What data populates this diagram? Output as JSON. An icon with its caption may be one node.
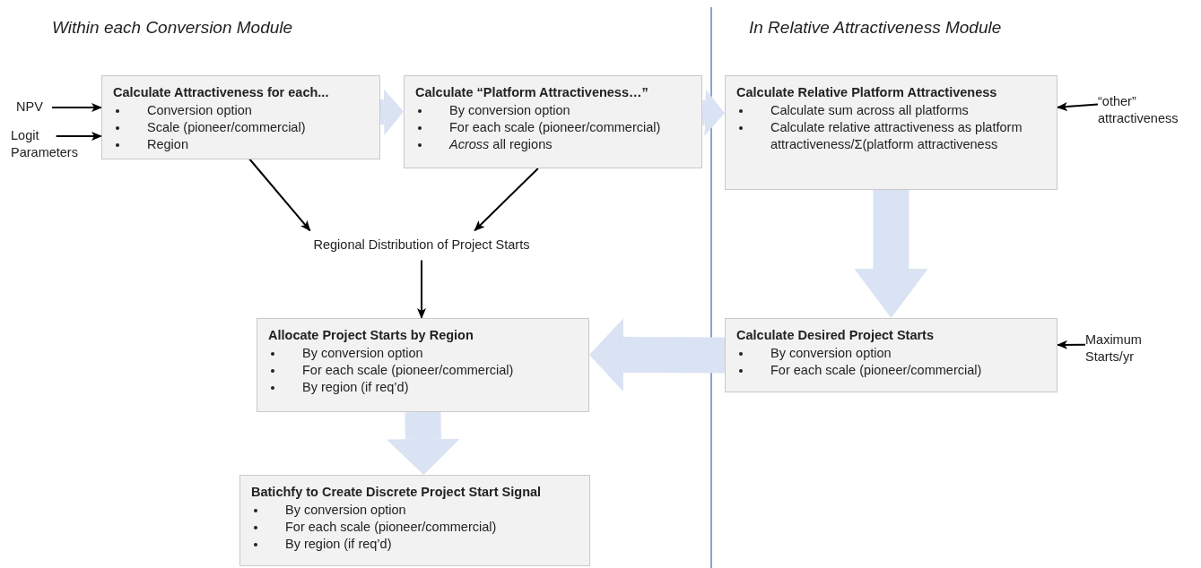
{
  "diagram": {
    "nodes": [
      {
        "text": [
          "NPV"
        ]
      },
      {
        "text": [
          "Logit Parameters"
        ]
      },
      {
        "text": [
          "Calculate Attractiveness for each...",
          "Conversion option",
          "Scale (pioneer/commercial)",
          "Region"
        ]
      },
      {
        "text": [
          "Calculate “Platform Attractiveness…”",
          "By conversion option",
          "For each scale (pioneer/commercial)",
          "*Across* all regions"
        ]
      },
      {
        "text": [
          "Calculate Relative Platform Attractiveness",
          "Calculate sum across all platforms",
          "Calculate relative attractiveness as platform attractiveness/Σ(platform attractiveness"
        ]
      },
      {
        "text": [
          "“other” attractiveness"
        ]
      },
      {
        "text": [
          "Regional Distribution of Project Starts"
        ]
      },
      {
        "text": [
          "Allocate Project Starts by Region",
          "By conversion option",
          "For each scale (pioneer/commercial)",
          "By region (if req’d)"
        ]
      },
      {
        "text": [
          "Calculate Desired Project Starts",
          "By conversion option",
          "For each scale (pioneer/commercial)"
        ]
      },
      {
        "text": [
          "Maximum Starts/yr"
        ]
      },
      {
        "text": [
          "Batichfy to Create Discrete Project Start Signal",
          "By conversion option",
          "For each scale (pioneer/commercial)",
          "By region (if req’d)"
        ]
      }
    ],
    "edges": [
      {
        "from": 0,
        "to": 2,
        "arrow": "to"
      },
      {
        "from": 1,
        "to": 2,
        "arrow": "to"
      },
      {
        "from": 2,
        "to": 3,
        "arrow": "to",
        "style": "thick",
        "color": "#dae3f3"
      },
      {
        "from": 3,
        "to": 4,
        "arrow": "to",
        "style": "thick",
        "color": "#dae3f3"
      },
      {
        "from": 5,
        "to": 4,
        "arrow": "to"
      },
      {
        "from": 2,
        "to": 6,
        "arrow": "to"
      },
      {
        "from": 3,
        "to": 6,
        "arrow": "to"
      },
      {
        "from": 6,
        "to": 7,
        "arrow": "to"
      },
      {
        "from": 4,
        "to": 8,
        "arrow": "to",
        "style": "thick",
        "color": "#dae3f3"
      },
      {
        "from": 8,
        "to": 7,
        "arrow": "to",
        "style": "thick",
        "color": "#dae3f3"
      },
      {
        "from": 9,
        "to": 8,
        "arrow": "to"
      },
      {
        "from": 7,
        "to": 10,
        "arrow": "to",
        "style": "thick",
        "color": "#dae3f3"
      }
    ],
    "labels": [
      "Within each Conversion Module",
      "In Relative Attractiveness Module"
    ]
  }
}
